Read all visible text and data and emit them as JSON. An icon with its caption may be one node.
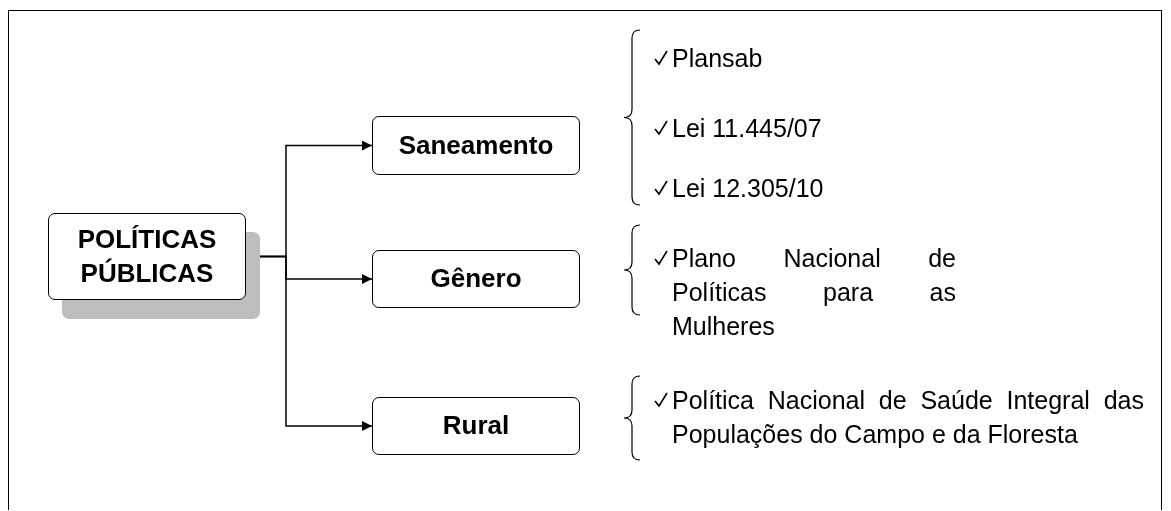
{
  "diagram": {
    "nodes": [
      {
        "text": [
          "POLÍTICAS PÚBLICAS"
        ]
      },
      {
        "text": [
          "Saneamento"
        ],
        "beside": [
          "Plansab",
          "Lei 11.445/07",
          "Lei 12.305/10"
        ]
      },
      {
        "text": [
          "Gênero"
        ],
        "beside": [
          "Plano Nacional de Políticas para as Mulheres"
        ]
      },
      {
        "text": [
          "Rural"
        ],
        "beside": [
          "Política Nacional de Saúde Integral das Populações do Campo e da Floresta"
        ]
      }
    ],
    "edges": [
      {
        "from": 0,
        "to": 1,
        "arrow": "to"
      },
      {
        "from": 0,
        "to": 2,
        "arrow": "to"
      },
      {
        "from": 0,
        "to": 3,
        "arrow": "to"
      }
    ]
  }
}
